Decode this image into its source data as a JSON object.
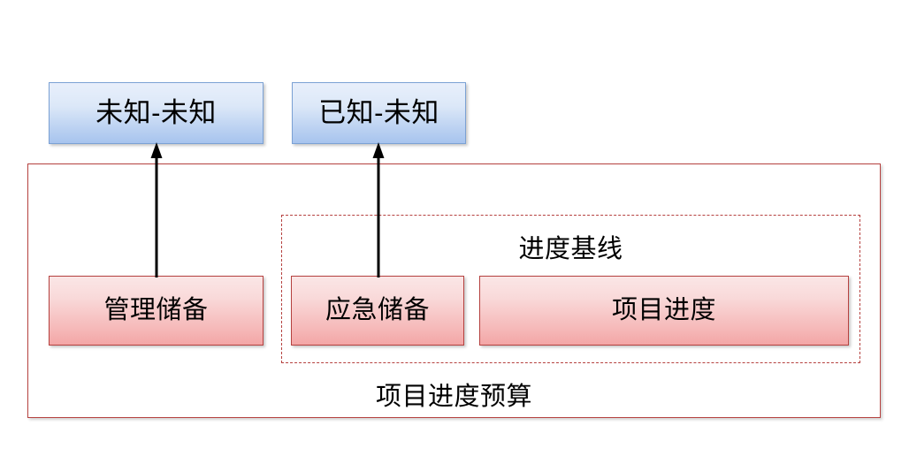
{
  "diagram": {
    "title_text": "项目进度预算",
    "baseline_label": "进度基线",
    "colors": {
      "blue_border": "#7ba1d4",
      "blue_fill_top": "#e8effb",
      "blue_fill_bottom": "#a7c4ee",
      "red_border": "#b5413f",
      "red_fill_top": "#fbe6e6",
      "red_fill_bottom": "#f3a6a6",
      "arrow": "#000000",
      "background": "#ffffff"
    },
    "top_boxes": [
      {
        "id": "unknown-unknown",
        "label": "未知-未知"
      },
      {
        "id": "known-unknown",
        "label": "已知-未知"
      }
    ],
    "bottom_boxes": [
      {
        "id": "management-reserve",
        "label": "管理储备"
      },
      {
        "id": "contingency-reserve",
        "label": "应急储备"
      },
      {
        "id": "project-schedule",
        "label": "项目进度"
      }
    ],
    "arrows": [
      {
        "id": "management-reserve-to-unknown-unknown",
        "from": "管理储备",
        "to": "未知-未知"
      },
      {
        "id": "contingency-reserve-to-known-unknown",
        "from": "应急储备",
        "to": "已知-未知"
      }
    ]
  }
}
